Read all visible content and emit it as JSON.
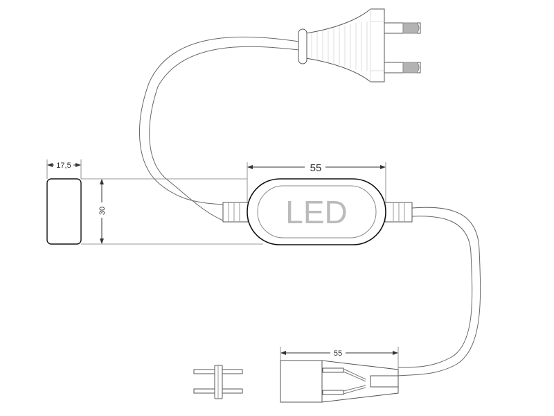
{
  "controller": {
    "label": "LED"
  },
  "dimensions": {
    "end_cap_width": "17,5",
    "end_cap_height": "30",
    "controller_length": "55",
    "plug_connector_length": "55"
  },
  "colors": {
    "line": "#555555",
    "pin_tip": "#b3b3b3",
    "led_text": "#bbbbbb"
  }
}
